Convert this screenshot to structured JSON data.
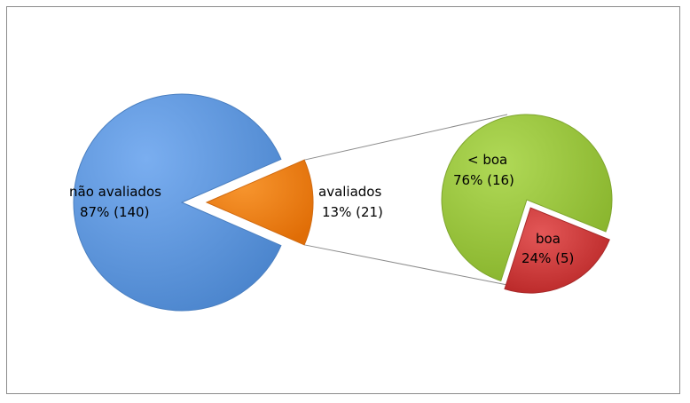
{
  "chart_data": {
    "type": "pie",
    "title": "",
    "main": {
      "slices": [
        {
          "label": "não avaliados",
          "value_text": "87% (140)",
          "count": 140,
          "percent": 87,
          "color": "#5b95dc"
        },
        {
          "label": "avaliados",
          "value_text": "13% (21)",
          "count": 21,
          "percent": 13,
          "color": "#f07c16"
        }
      ]
    },
    "breakdown": {
      "of": "avaliados",
      "slices": [
        {
          "label": "< boa",
          "value_text": "76% (16)",
          "count": 16,
          "percent": 76,
          "color": "#9bc63b"
        },
        {
          "label": "boa",
          "value_text": "24% (5)",
          "count": 5,
          "percent": 24,
          "color": "#d33b3b"
        }
      ]
    },
    "legend": "none"
  }
}
